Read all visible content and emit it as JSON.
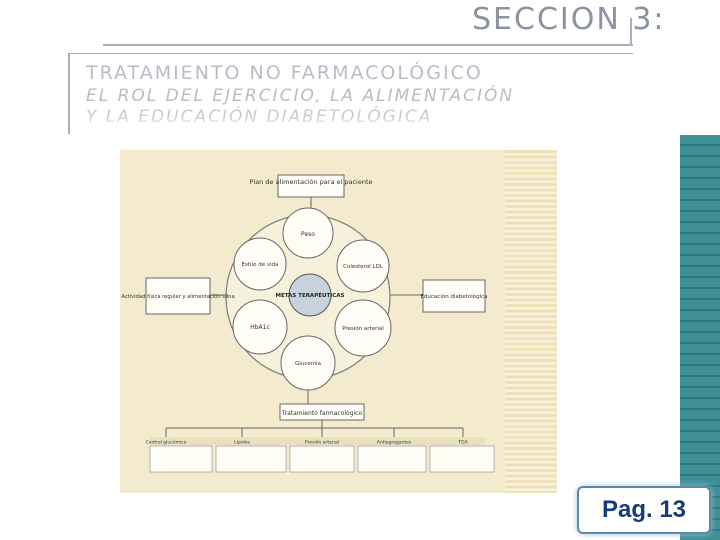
{
  "header": {
    "section_title": "SECCION 3:",
    "subtitle_line1": "TRATAMIENTO NO FARMACOLÓGICO",
    "subtitle_line2": "EL ROL DEL EJERCICIO, LA ALIMENTACIÓN",
    "subtitle_line3": "Y LA EDUCACIÓN DIABETOLÓGICA"
  },
  "figure": {
    "top_box": "Plan de alimentación para el paciente",
    "center_label": "METAS TERAPÉUTICAS",
    "left_box": "Actividad física regular y alimentación sana",
    "right_box": "Educación diabetológica",
    "bottom_box": "Tratamiento farmacológico",
    "circle_top": "Peso",
    "circle_tr": "Colesterol LDL",
    "circle_left": "HbA1c",
    "circle_br": "Presión arterial",
    "circle_bottom": "Glucemia",
    "circle_tl": "Estilo de vida",
    "bottom_columns": [
      "Control glucémico",
      "Lípidos",
      "Presión arterial",
      "Antiagregantes",
      "TGA"
    ]
  },
  "footer": {
    "page_label": "Pag. 13"
  }
}
